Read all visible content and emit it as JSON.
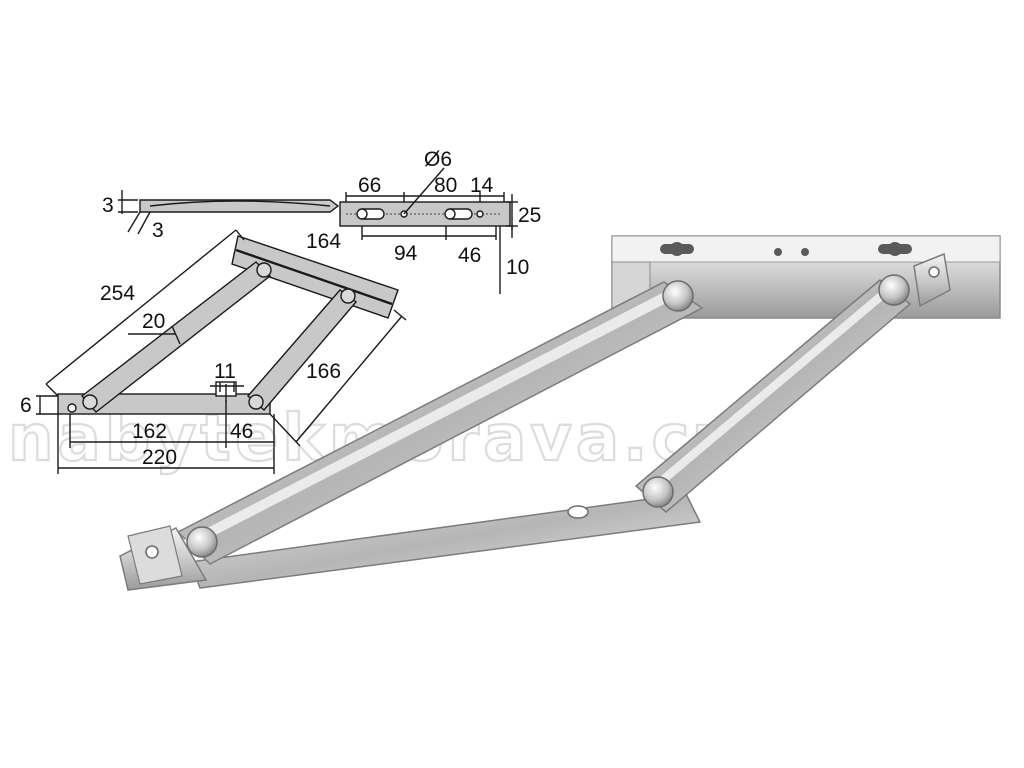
{
  "watermark": {
    "text": "nabytekmorava.cz"
  },
  "side_view": {
    "dimensions": {
      "thickness_a": "3",
      "thickness_b": "3"
    }
  },
  "bracket_plate": {
    "dimensions": {
      "d66": "66",
      "hole_diameter": "Ø6",
      "d80": "80",
      "d14": "14",
      "d25": "25",
      "d164": "164",
      "d94": "94",
      "d46": "46",
      "d10": "10"
    }
  },
  "linkage_drawing": {
    "dimensions": {
      "d254": "254",
      "d20": "20",
      "d11": "11",
      "d166": "166",
      "d6": "6",
      "d162": "162",
      "d46": "46",
      "d220": "220"
    }
  },
  "colors": {
    "line": "#1a1a1a",
    "drawing_fill": "#c8c8c8",
    "steel_light": "#eaeaea",
    "steel_mid": "#bdbdbd",
    "steel_dark": "#8c8c8c",
    "watermark_outline": "#dcdcdc"
  }
}
